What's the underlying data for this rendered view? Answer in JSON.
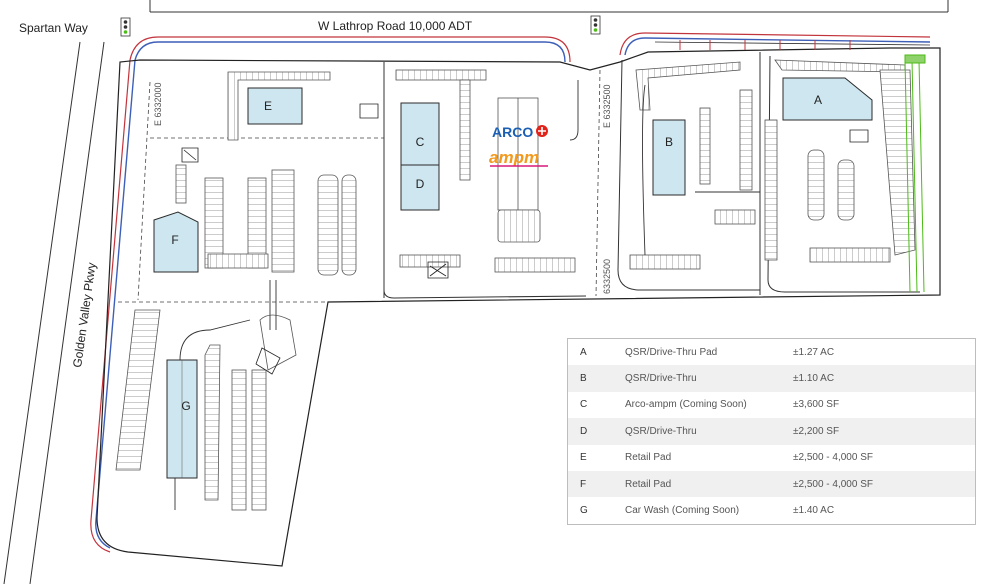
{
  "roads": {
    "north": "W Lathrop Road 10,000 ADT",
    "northwest": "Spartan Way",
    "west": "Golden Valley Pkwy"
  },
  "survey_marks": {
    "vertical_1": "E 6332000",
    "vertical_2": "E 6332500",
    "vertical_3": "6332500"
  },
  "pads": [
    {
      "letter": "A"
    },
    {
      "letter": "B"
    },
    {
      "letter": "C"
    },
    {
      "letter": "D"
    },
    {
      "letter": "E"
    },
    {
      "letter": "F"
    },
    {
      "letter": "G"
    }
  ],
  "brands": {
    "arco": "ARCO",
    "ampm": "ampm"
  },
  "legend": [
    {
      "key": "A",
      "desc": "QSR/Drive-Thru Pad",
      "size": "±1.27 AC"
    },
    {
      "key": "B",
      "desc": "QSR/Drive-Thru",
      "size": "±1.10 AC"
    },
    {
      "key": "C",
      "desc": "Arco-ampm (Coming Soon)",
      "size": "±3,600 SF"
    },
    {
      "key": "D",
      "desc": "QSR/Drive-Thru",
      "size": "±2,200 SF"
    },
    {
      "key": "E",
      "desc": "Retail Pad",
      "size": "±2,500 - 4,000 SF"
    },
    {
      "key": "F",
      "desc": "Retail Pad",
      "size": "±2,500 - 4,000 SF"
    },
    {
      "key": "G",
      "desc": "Car Wash (Coming Soon)",
      "size": "±1.40 AC"
    }
  ],
  "colors": {
    "pad_fill": "#cde6ef",
    "pad_stroke": "#2b2b2b",
    "road_blue": "#3d5fb8",
    "road_red": "#c2343c",
    "arco_blue": "#1a5fb4",
    "arco_red": "#e2231a",
    "ampm_orange": "#f39a1d",
    "ampm_pink": "#d9187a",
    "utility_green": "#4cbb17"
  }
}
